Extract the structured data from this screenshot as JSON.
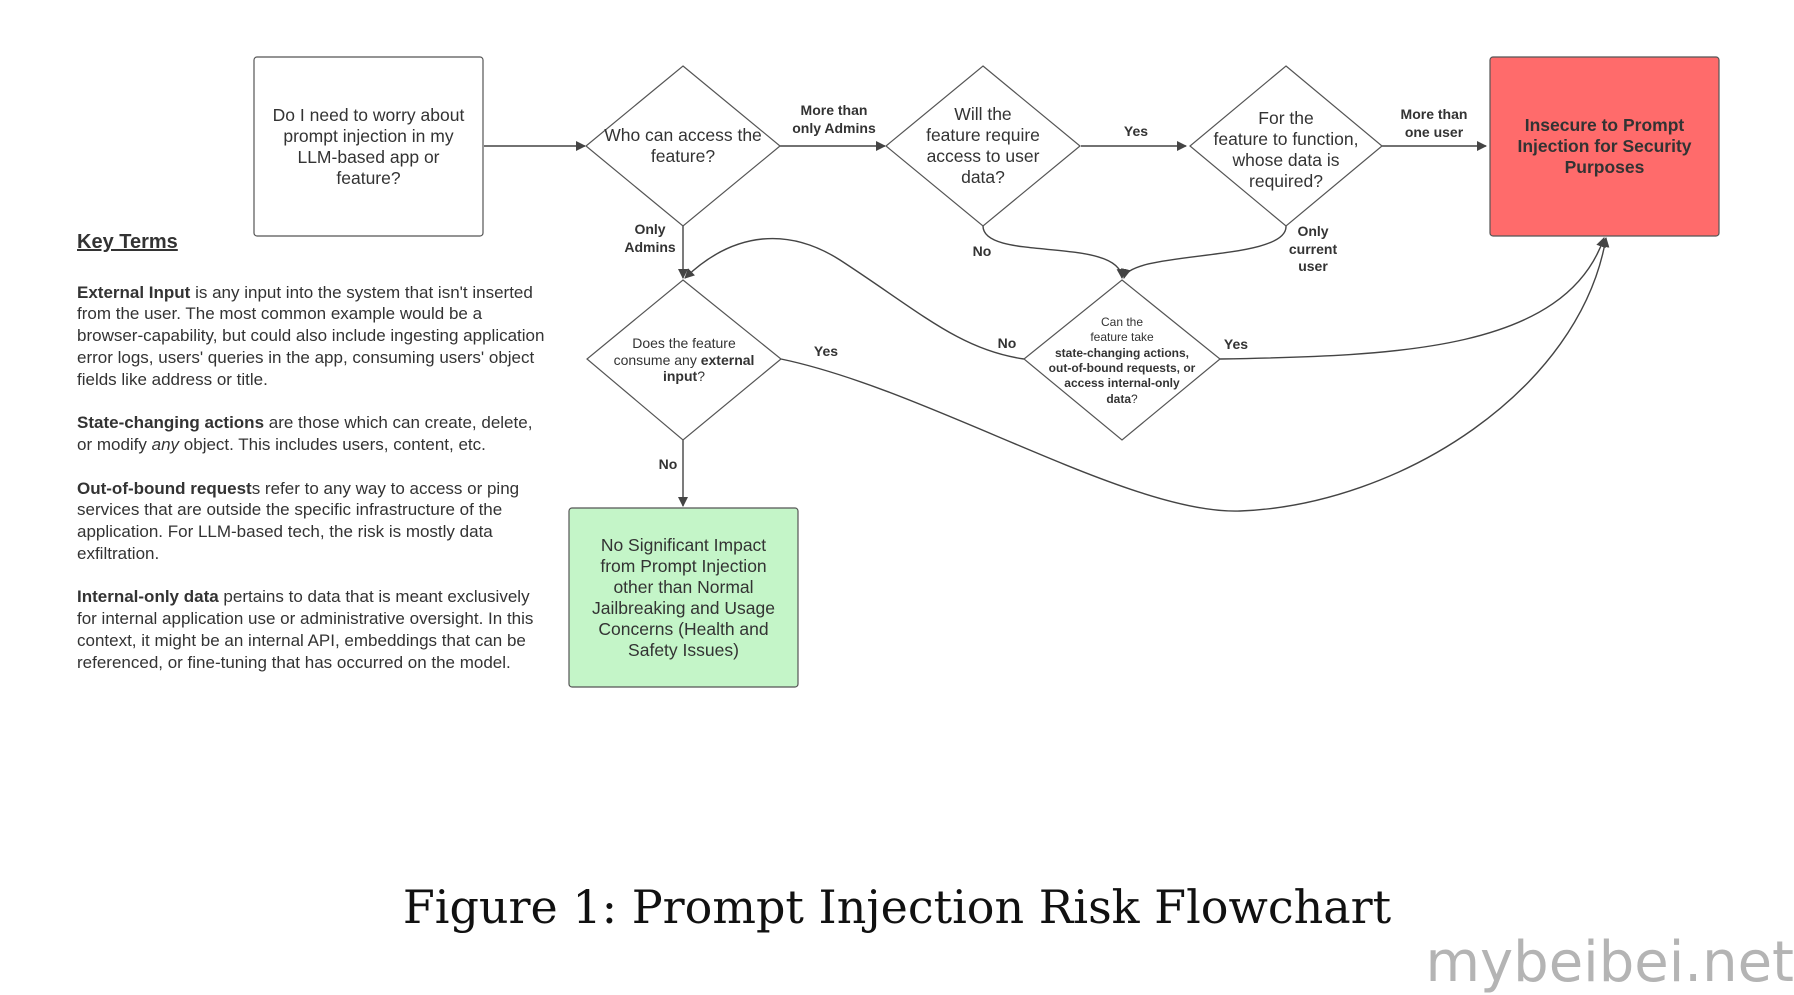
{
  "nodes": {
    "start": {
      "lines": [
        "Do I need to worry about",
        "prompt injection in my",
        "LLM-based app or",
        "feature?"
      ]
    },
    "who_access": {
      "lines": [
        "Who can access the",
        "feature?"
      ]
    },
    "user_data": {
      "lines": [
        "Will the",
        "feature require",
        "access to user",
        "data?"
      ]
    },
    "whose_data": {
      "lines": [
        "For the",
        "feature to function,",
        "whose data is",
        "required?"
      ]
    },
    "insecure": {
      "lines": [
        "Insecure to Prompt",
        "Injection for Security",
        "Purposes"
      ]
    },
    "external_input": {
      "lines": [
        "Does the feature",
        "consume any ",
        "external",
        "input",
        "?"
      ]
    },
    "state_changing": {
      "lines": [
        "Can the",
        "feature take",
        "state-changing actions,",
        "out-of-bound requests, or",
        "access internal-only",
        "data",
        "?"
      ]
    },
    "no_impact": {
      "lines": [
        "No Significant Impact",
        "from Prompt Injection",
        "other than Normal",
        "Jailbreaking and Usage",
        "Concerns (Health and",
        "Safety Issues)"
      ]
    }
  },
  "edge_labels": {
    "more_than_admins": [
      "More than",
      "only Admins"
    ],
    "yes_user_data": "Yes",
    "more_than_one_user": [
      "More than",
      "one user"
    ],
    "only_admins": [
      "Only",
      "Admins"
    ],
    "no_user_data": "No",
    "only_current_user": [
      "Only",
      "current",
      "user"
    ],
    "yes_external": "Yes",
    "no_state": "No",
    "yes_state": "Yes",
    "no_external": "No"
  },
  "key_terms": {
    "heading": "Key Terms",
    "items": [
      {
        "term": "External Input",
        "text": " is any input into the system that isn't inserted from the user. The most common example would be a browser-capability, but could also include ingesting application error logs, users' queries in the app, consuming users' object fields like address or title."
      },
      {
        "term": "State-changing actions",
        "text_a": " are those which can create, delete, or modify ",
        "emph": "any",
        "text_b": " object. This includes users, content, etc."
      },
      {
        "term": "Out-of-bound request",
        "text": "s refer to any way to access or ping services that are outside the specific infrastructure of the application. For LLM-based tech, the risk is mostly data exfiltration."
      },
      {
        "term": "Internal-only data",
        "text": " pertains to data that is meant exclusively for internal application use or administrative oversight. In this context, it might be an internal API, embeddings that can be referenced, or fine-tuning that has occurred on the model."
      }
    ]
  },
  "caption": "Figure 1: Prompt Injection Risk Flowchart",
  "watermark": "mybeibei.net",
  "colors": {
    "insecure_fill": "#ff6b6b",
    "no_impact_fill": "#c4f5c8",
    "stroke": "#444444"
  }
}
